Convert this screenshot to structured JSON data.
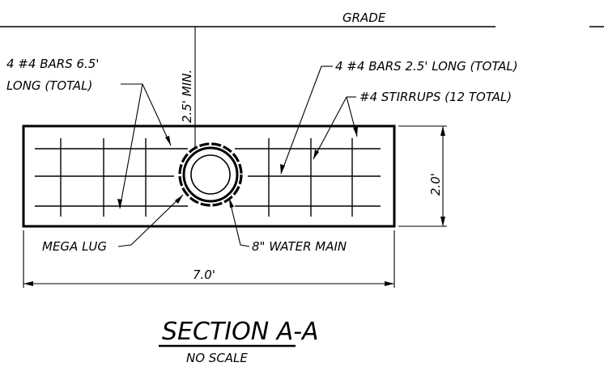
{
  "drawing": {
    "grade_label": "GRADE",
    "cover_label": "2.5' MIN.",
    "left_bars_label_line1": "4 #4 BARS 6.5'",
    "left_bars_label_line2": "LONG (TOTAL)",
    "right_bars_label": "4 #4 BARS 2.5' LONG (TOTAL)",
    "stirrups_label": "#4 STIRRUPS (12 TOTAL)",
    "height_dim": "2.0'",
    "width_dim": "7.0'",
    "mega_lug_label": "MEGA LUG",
    "water_main_label": "8\" WATER MAIN",
    "title": "SECTION A-A",
    "scale_note": "NO SCALE"
  }
}
